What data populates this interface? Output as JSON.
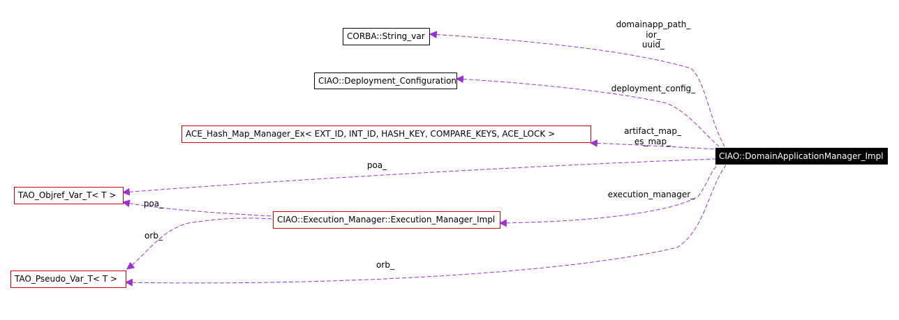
{
  "nodes": {
    "string_var": "CORBA::String_var",
    "deploy_config": "CIAO::Deployment_Configuration",
    "hash_map": "ACE_Hash_Map_Manager_Ex< EXT_ID, INT_ID, HASH_KEY, COMPARE_KEYS, ACE_LOCK >",
    "objref": "TAO_Objref_Var_T< T >",
    "pseudo": "TAO_Pseudo_Var_T< T >",
    "exec_mgr": "CIAO::Execution_Manager::Execution_Manager_Impl",
    "dam_impl": "CIAO::DomainApplicationManager_Impl"
  },
  "edge_labels": {
    "domainapp_path": "domainapp_path_",
    "ior": "ior_",
    "uuid": "uuid_",
    "deployment_config": "deployment_config_",
    "artifact_map": "artifact_map_",
    "es_map": "es_map_",
    "poa_main": "poa_",
    "execution_manager": "execution_manager_",
    "poa_exec": "poa_",
    "orb_exec": "orb_",
    "orb_main": "orb_"
  },
  "colors": {
    "edge": "#9a32cd",
    "red_border": "#cc0000",
    "black_border": "#000000",
    "main_fill": "#000000",
    "main_text": "#ffffff"
  }
}
